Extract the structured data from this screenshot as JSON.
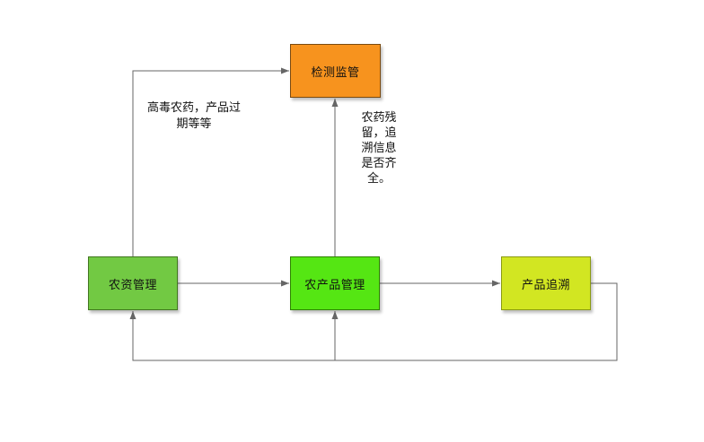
{
  "diagram": {
    "line_color": "#666666",
    "nodes": [
      {
        "id": "detection-supervision",
        "label": "检测监管",
        "fill": "#f7931e",
        "border": "#7a4a10"
      },
      {
        "id": "farm-input-mgmt",
        "label": "农资管理",
        "fill": "#72c943",
        "border": "#41761f"
      },
      {
        "id": "farm-product-mgmt",
        "label": "农产品管理",
        "fill": "#55e613",
        "border": "#2e8200"
      },
      {
        "id": "product-trace",
        "label": "产品追溯",
        "fill": "#d2e622",
        "border": "#8a9a12"
      }
    ],
    "edge_labels": [
      {
        "id": "toxic-note",
        "text": "高毒农药，产品过期等等"
      },
      {
        "id": "residue-note",
        "text": "农药残留，追溯信息是否齐全。"
      }
    ]
  }
}
